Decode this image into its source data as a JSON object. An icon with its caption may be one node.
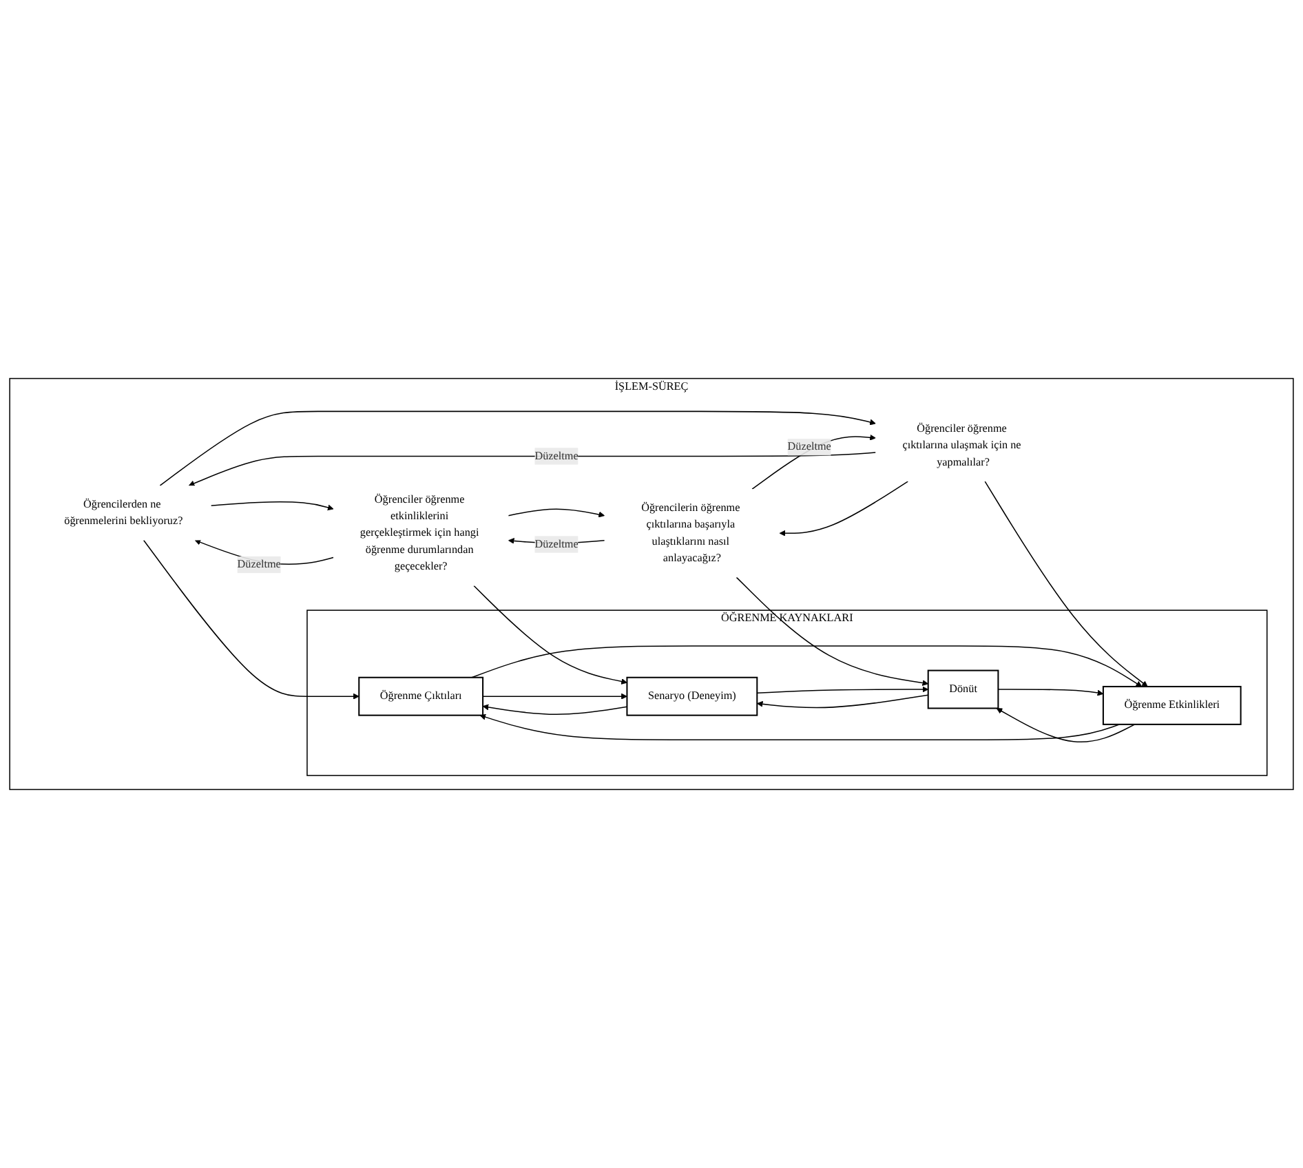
{
  "diagram": {
    "nodes": [
      {
        "text": [
          "İŞLEM-SÜREÇ"
        ]
      },
      {
        "text": [
          "Öğrencilerden ne öğrenmelerini bekliyoruz?"
        ],
        "in": 0
      },
      {
        "text": [
          "ÖĞRENME KAYNAKLARI"
        ],
        "in": 0
      },
      {
        "text": [
          "Öğrenme Çıktıları"
        ],
        "in": 2
      },
      {
        "text": [
          "Öğrenciler öğrenme etkinliklerini gerçekleştirmek için hangi öğrenme durumlarından geçecekler?"
        ],
        "in": 0
      },
      {
        "text": [
          "Senaryo (Deneyim)"
        ],
        "in": 2
      },
      {
        "text": [
          "Öğrenme Etkinlikleri"
        ],
        "in": 2
      },
      {
        "text": [
          "Öğrenciler öğrenme çıktılarına ulaşmak için ne yapmalılar?"
        ],
        "in": 0
      },
      {
        "text": [
          "Dönüt"
        ],
        "in": 2
      },
      {
        "text": [
          "Öğrencilerin öğrenme çıktılarına başarıyla ulaştıklarını nasıl anlayacağız?"
        ],
        "in": 0
      }
    ],
    "edges": [
      {
        "from": 1,
        "to": 3,
        "arrow": "to"
      },
      {
        "from": 4,
        "to": 5,
        "arrow": "to"
      },
      {
        "from": 7,
        "to": 6,
        "arrow": "to"
      },
      {
        "from": 9,
        "to": 8,
        "arrow": "to"
      },
      {
        "from": 5,
        "to": 3,
        "arrow": "to"
      },
      {
        "from": 3,
        "to": 5,
        "arrow": "to"
      },
      {
        "from": 3,
        "to": 6,
        "arrow": "to"
      },
      {
        "from": 6,
        "to": 3,
        "arrow": "to"
      },
      {
        "from": 5,
        "to": 8,
        "arrow": "to"
      },
      {
        "from": 8,
        "to": 5,
        "arrow": "to"
      },
      {
        "from": 8,
        "to": 6,
        "arrow": "to"
      },
      {
        "from": 6,
        "to": 8,
        "arrow": "to"
      },
      {
        "from": 4,
        "to": 1,
        "arrow": "to",
        "label": "Düzeltme"
      },
      {
        "from": 1,
        "to": 4,
        "arrow": "to"
      },
      {
        "from": 7,
        "to": 1,
        "arrow": "to",
        "label": "Düzeltme"
      },
      {
        "from": 1,
        "to": 7,
        "arrow": "to"
      },
      {
        "from": 9,
        "to": 4,
        "arrow": "to",
        "label": "Düzeltme"
      },
      {
        "from": 4,
        "to": 9,
        "arrow": "to"
      },
      {
        "from": 9,
        "to": 7,
        "arrow": "to",
        "label": "Düzeltme"
      },
      {
        "from": 7,
        "to": 9,
        "arrow": "to"
      }
    ]
  }
}
